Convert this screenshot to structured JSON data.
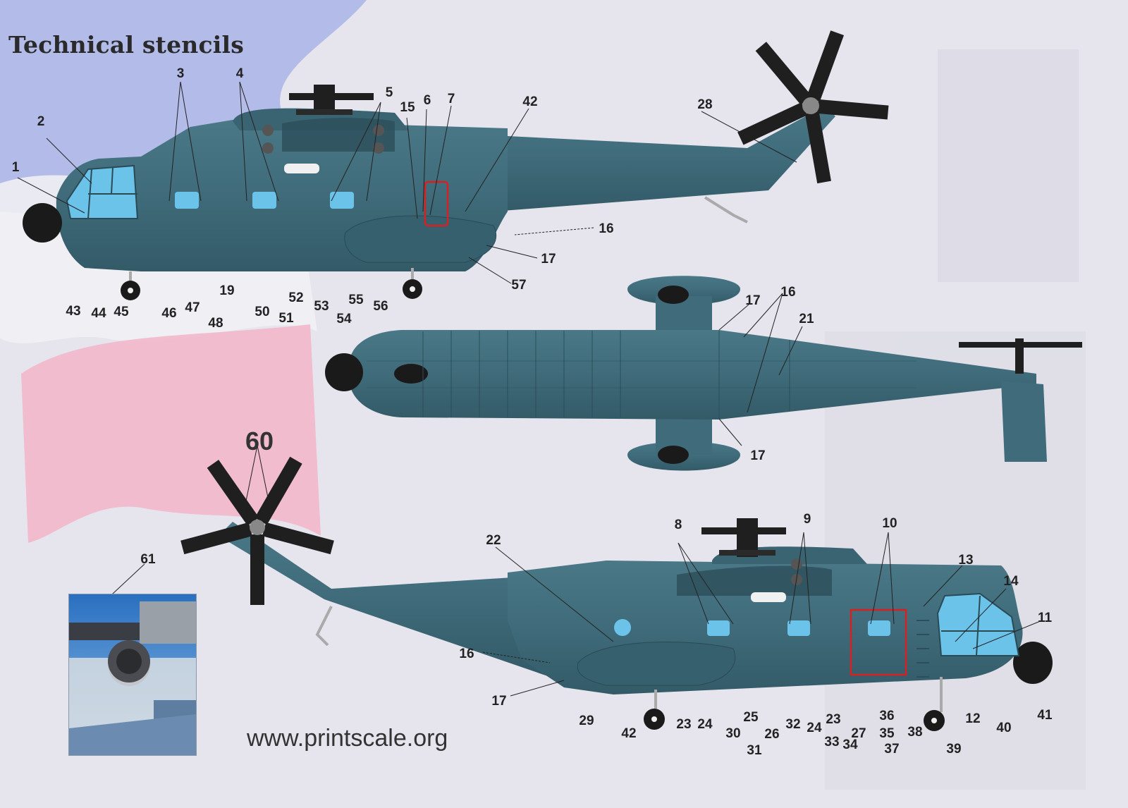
{
  "title": "Technical stencils",
  "website": "www.printscale.org",
  "colors": {
    "fuselage": "#3f6b7a",
    "fuselage_dark": "#2f5562",
    "window": "#6cc3ea",
    "radome": "#1a1a1a",
    "rotor": "#222222",
    "highlight_box": "#d82020",
    "flag_blue": "#a9b4e6",
    "flag_red": "#f2b5c8",
    "background": "#e6e5ee"
  },
  "icons": [
    "helicopter-side-view-left",
    "helicopter-top-view",
    "helicopter-side-view-right",
    "reference-photo"
  ],
  "callouts": {
    "side_left": [
      "1",
      "2",
      "3",
      "4",
      "5",
      "15",
      "6",
      "7",
      "42",
      "28",
      "16",
      "17",
      "57",
      "43",
      "44",
      "45",
      "46",
      "47",
      "48",
      "19",
      "50",
      "51",
      "52",
      "53",
      "54",
      "55",
      "56"
    ],
    "top": [
      "17",
      "16",
      "21",
      "17"
    ],
    "side_right": [
      "60",
      "61",
      "22",
      "8",
      "9",
      "10",
      "13",
      "14",
      "11",
      "16",
      "17",
      "29",
      "42",
      "23",
      "24",
      "30",
      "25",
      "31",
      "26",
      "32",
      "24",
      "33",
      "23",
      "34",
      "27",
      "35",
      "36",
      "37",
      "38",
      "39",
      "12",
      "40",
      "41"
    ]
  }
}
